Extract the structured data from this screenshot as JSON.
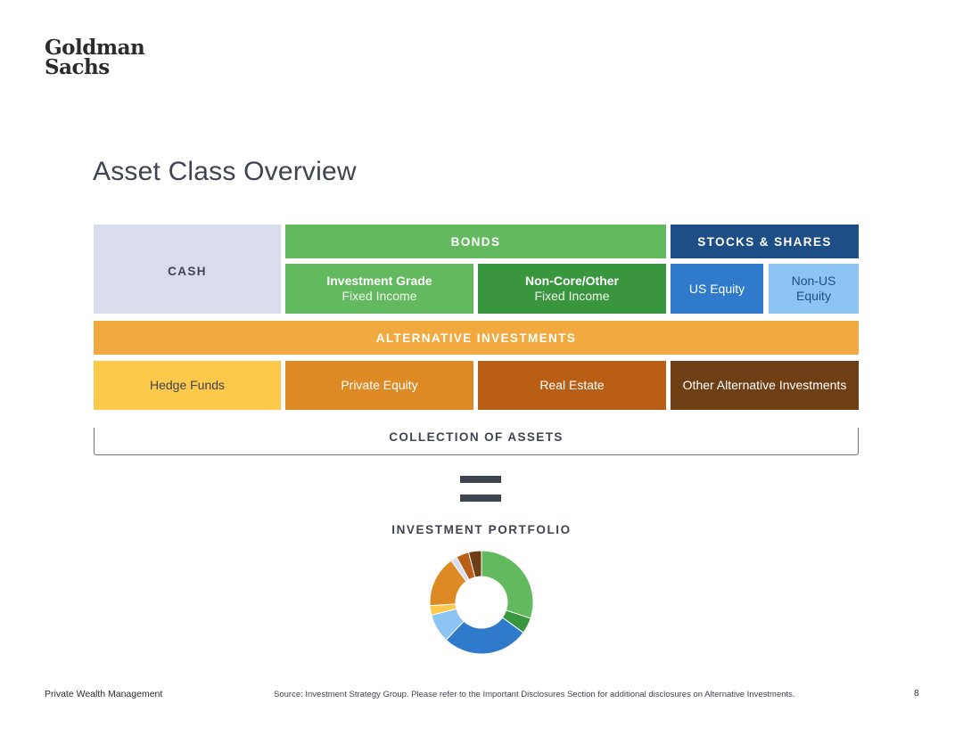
{
  "logo": {
    "line1": "Goldman",
    "line2": "Sachs"
  },
  "title": "Asset Class Overview",
  "blocks": {
    "cash": "CASH",
    "bonds": "BONDS",
    "stocks": "STOCKS & SHARES",
    "investment_grade": {
      "line1": "Investment Grade",
      "line2": "Fixed Income"
    },
    "non_core": {
      "line1": "Non-Core/Other",
      "line2": "Fixed Income"
    },
    "us_equity": "US Equity",
    "non_us_equity": {
      "line1": "Non-US",
      "line2": "Equity"
    },
    "alternative": "ALTERNATIVE INVESTMENTS",
    "hedge_funds": "Hedge Funds",
    "private_equity": "Private Equity",
    "real_estate": "Real Estate",
    "other_alternative": "Other Alternative Investments"
  },
  "collection_label": "COLLECTION OF ASSETS",
  "portfolio_label": "INVESTMENT PORTFOLIO",
  "colors": {
    "cash": "#d9dceb",
    "bonds": "#63b95e",
    "non_core": "#3a963e",
    "stocks": "#1d4e86",
    "us_equity": "#2f7acb",
    "non_us_equity": "#8cc5f3",
    "alternative": "#f2a93f",
    "hedge_funds": "#fcc94b",
    "private_equity": "#dd8a25",
    "real_estate": "#b85e15",
    "other_alternative": "#6e3f14",
    "text": "#3f4453"
  },
  "portfolio_donut": [
    {
      "segment": "Investment Grade Fixed Income",
      "share": 0.3,
      "color": "#63b95e"
    },
    {
      "segment": "Non-Core/Other Fixed Income",
      "share": 0.05,
      "color": "#3a963e"
    },
    {
      "segment": "US Equity",
      "share": 0.27,
      "color": "#2f7acb"
    },
    {
      "segment": "Non-US Equity",
      "share": 0.09,
      "color": "#8cc5f3"
    },
    {
      "segment": "Hedge Funds",
      "share": 0.03,
      "color": "#fcc94b"
    },
    {
      "segment": "Private Equity",
      "share": 0.16,
      "color": "#dd8a25"
    },
    {
      "segment": "Cash",
      "share": 0.02,
      "color": "#d9dceb"
    },
    {
      "segment": "Real Estate",
      "share": 0.04,
      "color": "#b85e15"
    },
    {
      "segment": "Other Alternative Investments",
      "share": 0.04,
      "color": "#6e3f14"
    }
  ],
  "footer": {
    "division": "Private Wealth Management",
    "source": "Source: Investment Strategy Group. Please refer to the Important Disclosures Section for additional disclosures on Alternative Investments.",
    "page_number": "8"
  }
}
